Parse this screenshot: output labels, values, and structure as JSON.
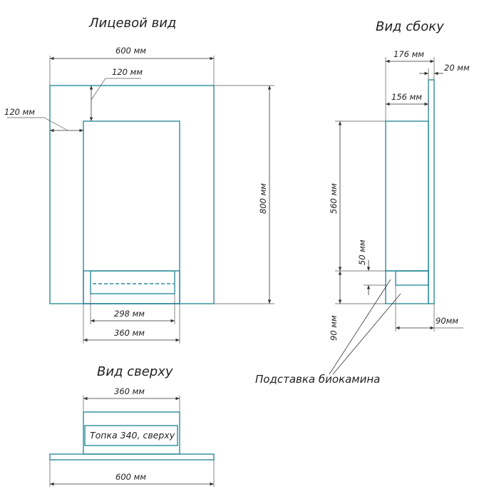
{
  "views": {
    "front_title": "Лицевой вид",
    "side_title": "Вид сбоку",
    "top_title": "Вид сверху"
  },
  "front": {
    "width": "600 мм",
    "top_margin": "120 мм",
    "side_margin": "120 мм",
    "height": "800 мм",
    "inner_width": "298 мм",
    "opening_width": "360 мм"
  },
  "side": {
    "depth": "176 мм",
    "panel": "20 мм",
    "body_depth": "156 мм",
    "height": "560 мм",
    "step": "50 мм",
    "base_height": "90 мм",
    "base_depth": "90мм"
  },
  "callout": "Подставка биокамина",
  "top": {
    "width": "360 мм",
    "firebox": "Топка 340, сверху",
    "base_width": "600 мм"
  }
}
